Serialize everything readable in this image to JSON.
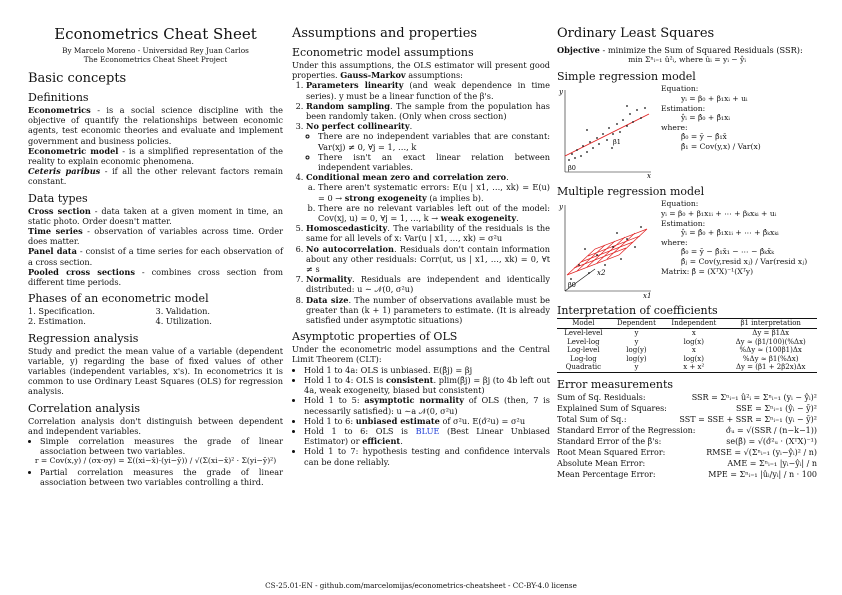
{
  "header": {
    "title": "Econometrics Cheat Sheet",
    "author": "By Marcelo Moreno - Universidad Rey Juan Carlos",
    "project": "The Econometrics Cheat Sheet Project"
  },
  "basic": {
    "title": "Basic concepts",
    "definitions_title": "Definitions",
    "econometrics_term": "Econometrics",
    "econometrics_text": " - is a social science discipline with the objective of quantify the relationships between economic agents, test economic theories and evaluate and implement government and business policies.",
    "model_term": "Econometric model",
    "model_text": " - is a simplified representation of the reality to explain economic phenomena.",
    "ceteris_term": "Ceteris paribus",
    "ceteris_text": " - if all the other relevant factors remain constant.",
    "datatypes_title": "Data types",
    "cross_term": "Cross section",
    "cross_text": " - data taken at a given moment in time, an static photo. Order doesn't matter.",
    "ts_term": "Time series",
    "ts_text": " - observation of variables across time. Order does matter.",
    "panel_term": "Panel data",
    "panel_text": " - consist of a time series for each observation of a cross section.",
    "pooled_term": "Pooled cross sections",
    "pooled_text": " - combines cross section from different time periods.",
    "phases_title": "Phases of an econometric model",
    "phases": [
      "1. Specification.",
      "3. Validation.",
      "2. Estimation.",
      "4. Utilization."
    ],
    "regression_title": "Regression analysis",
    "regression_text": "Study and predict the mean value of a variable (dependent variable, y) regarding the base of fixed values of other variables (independent variables, x's). In econometrics it is common to use Ordinary Least Squares (OLS) for regression analysis.",
    "correlation_title": "Correlation analysis",
    "correlation_text": "Correlation analysis don't distinguish between dependent and independent variables.",
    "corr_simple": "Simple correlation measures the grade of linear association between two variables.",
    "corr_formula": "r = Cov(x,y) / (σx·σy) = Σ((xi−x̄)·(yi−ȳ)) / √(Σ(xi−x̄)² · Σ(yi−ȳ)²)",
    "corr_partial": "Partial correlation measures the grade of linear association between two variables controlling a third."
  },
  "assumptions": {
    "title": "Assumptions and properties",
    "model_title": "Econometric model assumptions",
    "intro_a": "Under this assumptions, the OLS estimator will present good properties. ",
    "intro_b": "Gauss-Markov",
    "intro_c": " assumptions:",
    "a1_term": "Parameters linearity",
    "a1_text": " (and weak dependence in time series). y must be a linear function of the β's.",
    "a2_term": "Random sampling",
    "a2_text": ". The sample from the population has been randomly taken. (Only when cross section)",
    "a3_term": "No perfect collinearity",
    "a3_text": ".",
    "a3_b1": "There are no independent variables that are constant: Var(xj) ≠ 0, ∀j = 1, …, k",
    "a3_b2": "There isn't an exact linear relation between independent variables.",
    "a4_term": "Conditional mean zero and correlation zero",
    "a4_text": ".",
    "a4_a_1": "There aren't systematic errors: E(u | x1, …, xk) = E(u) = 0 → ",
    "a4_a_2": "strong exogeneity",
    "a4_a_3": " (a implies b).",
    "a4_b_1": "There are no relevant variables left out of the model: Cov(xj, u) = 0, ∀j = 1, …, k → ",
    "a4_b_2": "weak exogeneity",
    "a4_b_3": ".",
    "a5_term": "Homoscedasticity",
    "a5_text": ". The variability of the residuals is the same for all levels of x: Var(u | x1, …, xk) = σ²u",
    "a6_term": "No autocorrelation",
    "a6_text": ". Residuals don't contain information about any other residuals: Corr(ut, us | x1, …, xk) = 0, ∀t ≠ s",
    "a7_term": "Normality",
    "a7_text": ". Residuals are independent and identically distributed: u ∼ 𝒩(0, σ²u)",
    "a8_term": "Data size",
    "a8_text": ". The number of observations available must be greater than (k + 1) parameters to estimate. (It is already satisfied under asymptotic situations)",
    "asym_title": "Asymptotic properties of OLS",
    "asym_intro": "Under the econometric model assumptions and the Central Limit Theorem (CLT):",
    "p1": "Hold 1 to 4a: OLS is unbiased. E(β̂j) = βj",
    "p2a": "Hold 1 to 4: OLS is ",
    "p2b": "consistent",
    "p2c": ". plim(β̂j) = βj (to 4b left out 4a, weak exogeneity, biased but consistent)",
    "p3a": "Hold 1 to 5: ",
    "p3b": "asymptotic normality",
    "p3c": " of OLS (then, 7 is necessarily satisfied): u ∼a 𝒩(0, σ²u)",
    "p4a": "Hold 1 to 6: ",
    "p4b": "unbiased estimate",
    "p4c": " of σ²u. E(σ̂²u) = σ²u",
    "p5a": "Hold 1 to 6: OLS is ",
    "p5b": "BLUE",
    "p5c": " (Best Linear Unbiased Estimator) or ",
    "p5d": "efficient",
    "p5e": ".",
    "p6": "Hold 1 to 7: hypothesis testing and confidence intervals can be done reliably."
  },
  "ols": {
    "title": "Ordinary Least Squares",
    "objective_term": "Objective",
    "objective_text": " - minimize the Sum of Squared Residuals (SSR):",
    "objective_formula": "min Σⁿᵢ₌₁ û²ᵢ, where ûᵢ = yᵢ − ŷᵢ",
    "simple_title": "Simple regression model",
    "simple_eq_label": "Equation:",
    "simple_eq": "yᵢ = β₀ + β₁xᵢ + uᵢ",
    "simple_est_label": "Estimation:",
    "simple_est": "ŷᵢ = β̂₀ + β̂₁xᵢ",
    "where_label": "where:",
    "simple_b0": "β̂₀ = ȳ − β̂₁x̄",
    "simple_b1": "β̂₁ = Cov(y,x) / Var(x)",
    "plot_y": "y",
    "plot_x": "x",
    "plot_b0": "β0",
    "plot_b1": "β1",
    "multi_title": "Multiple regression model",
    "multi_eq_label": "Equation:",
    "multi_eq": "yᵢ = β₀ + β₁x₁ᵢ + ⋯ + βₖxₖᵢ + uᵢ",
    "multi_est_label": "Estimation:",
    "multi_est": "ŷᵢ = β̂₀ + β̂₁x₁ᵢ + ⋯ + β̂ₖxₖᵢ",
    "multi_b0": "β̂₀ = ȳ − β̂₁x̄₁ − ⋯ − β̂ₖx̄ₖ",
    "multi_bj": "β̂ⱼ = Cov(y,resid xⱼ) / Var(resid xⱼ)",
    "matrix_label": "Matrix: ",
    "matrix_formula": "β̂ = (XᵀX)⁻¹(Xᵀy)",
    "plot2_x1": "x1",
    "plot2_x2": "x2",
    "interp_title": "Interpretation of coefficients",
    "interp_headers": [
      "Model",
      "Dependent",
      "Independent",
      "β1 interpretation"
    ],
    "interp_rows": [
      [
        "Level-level",
        "y",
        "x",
        "Δy = β1Δx"
      ],
      [
        "Level-log",
        "y",
        "log(x)",
        "Δy ≈ (β1/100)(%Δx)"
      ],
      [
        "Log-level",
        "log(y)",
        "x",
        "%Δy ≈ (100β1)Δx"
      ],
      [
        "Log-log",
        "log(y)",
        "log(x)",
        "%Δy ≈ β1(%Δx)"
      ],
      [
        "Quadratic",
        "y",
        "x + x²",
        "Δy = (β1 + 2β2x)Δx"
      ]
    ],
    "err_title": "Error measurements",
    "err_rows": [
      {
        "label": "Sum of Sq. Residuals:",
        "formula": "SSR = Σⁿᵢ₌₁ û²ᵢ = Σⁿᵢ₌₁ (yᵢ − ŷᵢ)²"
      },
      {
        "label": "Explained Sum of Squares:",
        "formula": "SSE = Σⁿᵢ₌₁ (ŷᵢ − ȳ)²"
      },
      {
        "label": "Total Sum of Sq.:",
        "formula": "SST = SSE + SSR = Σⁿᵢ₌₁ (yᵢ − ȳ)²"
      },
      {
        "label": "Standard Error of the Regression:",
        "formula": "σ̂ᵤ = √(SSR / (n−k−1))"
      },
      {
        "label": "Standard Error of the β̂'s:",
        "formula": "se(β̂) = √(σ̂²ᵤ · (XᵀX)⁻¹)"
      },
      {
        "label": "Root Mean Squared Error:",
        "formula": "RMSE = √(Σⁿᵢ₌₁ (yᵢ−ŷᵢ)² / n)"
      },
      {
        "label": "Absolute Mean Error:",
        "formula": "AME = Σⁿᵢ₌₁ |yᵢ−ŷᵢ| / n"
      },
      {
        "label": "Mean Percentage Error:",
        "formula": "MPE = Σⁿᵢ₌₁ |ûᵢ/yᵢ| / n · 100"
      }
    ]
  },
  "footer": "CS-25.01-EN - github.com/marcelomijas/econometrics-cheatsheet - CC-BY-4.0 license"
}
